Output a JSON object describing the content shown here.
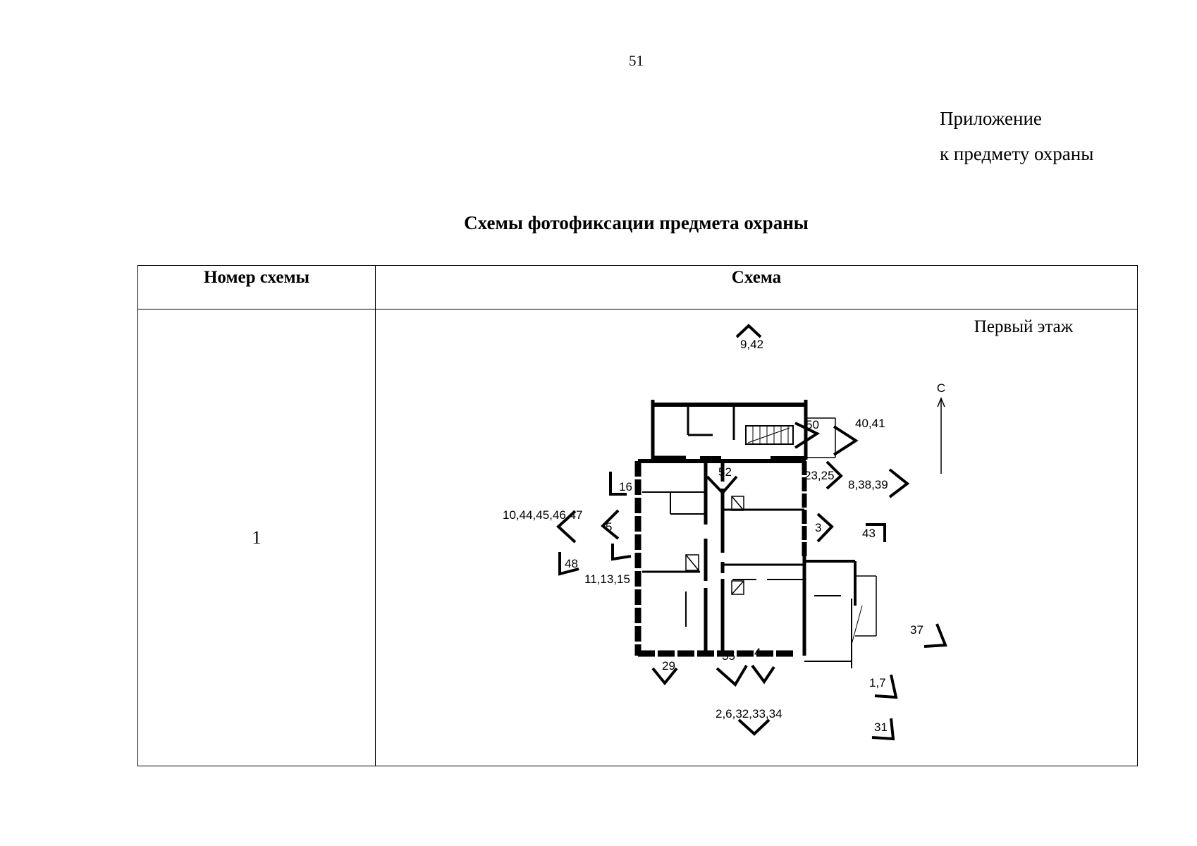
{
  "page": {
    "number": "51"
  },
  "appendix": {
    "line1": "Приложение",
    "line2": "к предмету охраны"
  },
  "title": "Схемы фотофиксации предмета охраны",
  "table": {
    "headers": [
      "Номер схемы",
      "Схема"
    ],
    "rows": [
      {
        "number": "1",
        "floor_label": "Первый этаж",
        "north_label": "С",
        "photo_markers": [
          "9,42",
          "50",
          "40,41",
          "52",
          "23,25",
          "8,38,39",
          "16",
          "10,44,45,46,47",
          "5",
          "3",
          "43",
          "48",
          "11,13,15",
          "37",
          "29",
          "35",
          "4",
          "1,7",
          "2,6,32,33,34",
          "31"
        ]
      }
    ]
  }
}
